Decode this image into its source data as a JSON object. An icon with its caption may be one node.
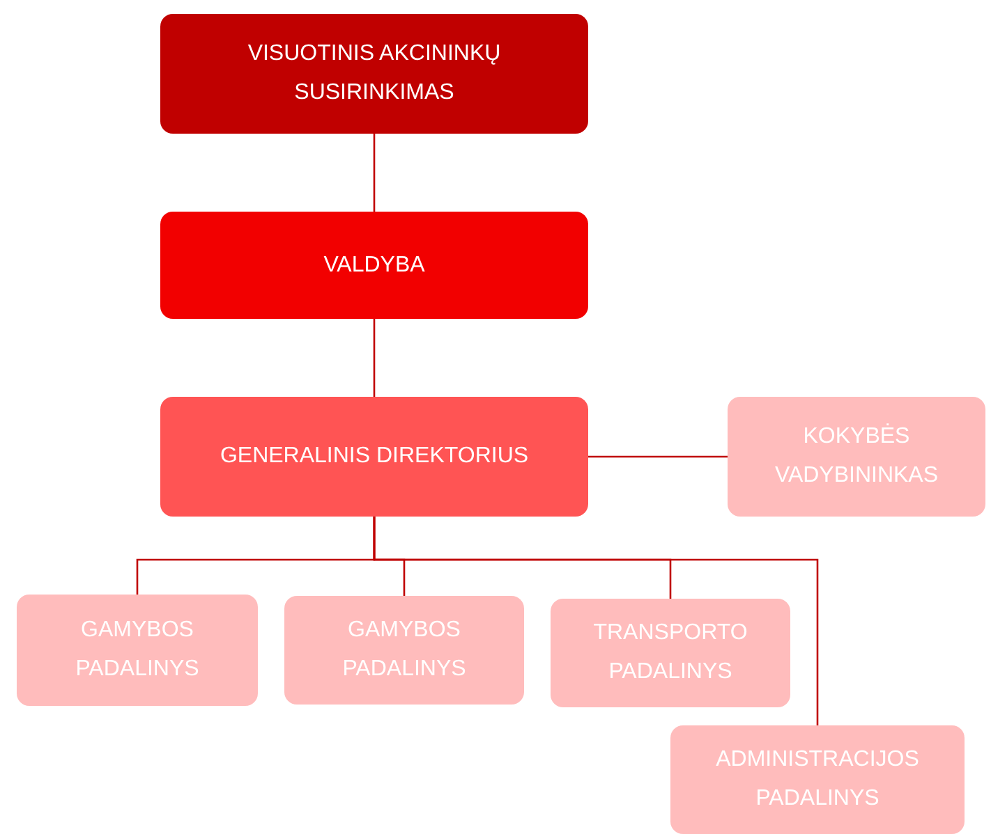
{
  "diagram": {
    "nodes": [
      {
        "text": [
          "VISUOTINIS AKCININKŲ SUSIRINKIMAS"
        ]
      },
      {
        "text": [
          "VALDYBA"
        ]
      },
      {
        "text": [
          "GENERALINIS DIREKTORIUS"
        ]
      },
      {
        "text": [
          "KOKYBĖS VADYBININKAS"
        ]
      },
      {
        "text": [
          "GAMYBOS PADALINYS"
        ]
      },
      {
        "text": [
          "GAMYBOS PADALINYS"
        ]
      },
      {
        "text": [
          "TRANSPORTO PADALINYS"
        ]
      },
      {
        "text": [
          "ADMINISTRACIJOS PADALINYS"
        ]
      }
    ],
    "edges": [
      {
        "from": 0,
        "to": 1,
        "arrow": "none"
      },
      {
        "from": 1,
        "to": 2,
        "arrow": "none"
      },
      {
        "from": 2,
        "to": 3,
        "arrow": "none"
      },
      {
        "from": 2,
        "to": 4,
        "arrow": "none"
      },
      {
        "from": 2,
        "to": 5,
        "arrow": "none"
      },
      {
        "from": 2,
        "to": 6,
        "arrow": "none"
      },
      {
        "from": 2,
        "to": 7,
        "arrow": "none"
      }
    ]
  }
}
